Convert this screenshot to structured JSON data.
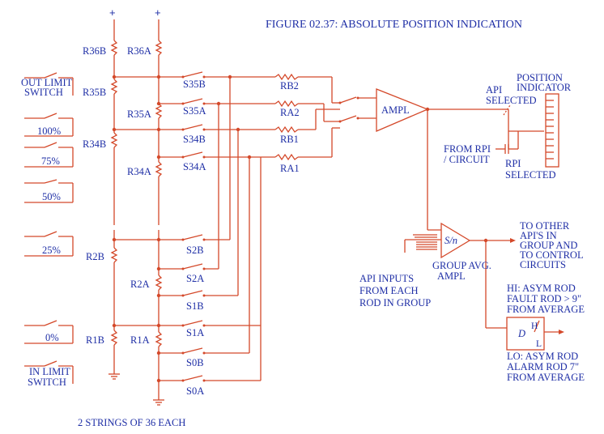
{
  "title": "FIGURE 02.37:  ABSOLUTE POSITION INDICATION",
  "footer": "2 STRINGS OF 36 EACH",
  "supply_symbol": "+",
  "resistors_string_b": [
    "R36B",
    "R35B",
    "R34B",
    "R2B",
    "R1B"
  ],
  "resistors_string_a": [
    "R36A",
    "R35A",
    "R34A",
    "R2A",
    "R1A"
  ],
  "switches": [
    "S35B",
    "S35A",
    "S34B",
    "S34A",
    "S2B",
    "S2A",
    "S1B",
    "S1A",
    "S0B",
    "S0A"
  ],
  "input_resistors": [
    "RB2",
    "RA2",
    "RB1",
    "RA1"
  ],
  "limit_switches": {
    "out_line1": "OUT LIMIT",
    "out_line2": "SWITCH",
    "in_line1": "IN LIMIT",
    "in_line2": "SWITCH"
  },
  "position_switches": [
    "100%",
    "75%",
    "50%",
    "25%",
    "0%"
  ],
  "ampl_label": "AMPL",
  "api_selected": [
    "API",
    "SELECTED"
  ],
  "position_indicator": [
    "POSITION",
    "INDICATOR"
  ],
  "from_rpi": [
    "FROM RPI",
    "/ CIRCUIT"
  ],
  "rpi_selected": [
    "RPI",
    "SELECTED"
  ],
  "group_amp_symbol": "S/n",
  "group_avg": [
    "GROUP AVG.",
    "AMPL"
  ],
  "to_other": [
    "TO OTHER",
    "API'S IN",
    "GROUP AND",
    "TO CONTROL",
    "CIRCUITS"
  ],
  "api_inputs": [
    "API INPUTS",
    "FROM EACH",
    "ROD IN GROUP"
  ],
  "hi_text": [
    "HI: ASYM ROD",
    "FAULT ROD > 9\"",
    "FROM AVERAGE"
  ],
  "lo_text": [
    "LO: ASYM ROD",
    "ALARM ROD    7\"",
    "FROM AVERAGE"
  ],
  "detector": {
    "d": "D",
    "h": "H",
    "l": "L"
  },
  "colors": {
    "wire": "#d4492a",
    "text": "#1f2fa6"
  }
}
